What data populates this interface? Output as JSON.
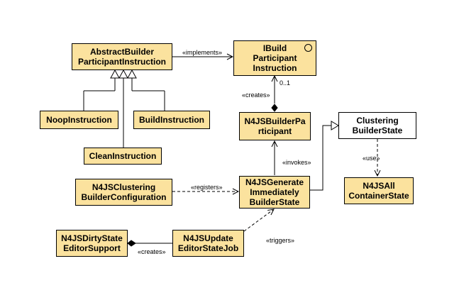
{
  "classes": {
    "abstract_builder": "AbstractBuilder\nParticipantInstruction",
    "ibuild": "IBuild\nParticipant\nInstruction",
    "noop": "NoopInstruction",
    "build": "BuildInstruction",
    "clean": "CleanInstruction",
    "builder_participant": "N4JSBuilderPa\nrticipant",
    "clustering_state": "Clustering\nBuilderState",
    "clustering_config": "N4JSClustering\nBuilderConfiguration",
    "generate_state": "N4JSGenerate\nImmediately\nBuilderState",
    "all_container": "N4JSAll\nContainerState",
    "dirty_state": "N4JSDirtyState\nEditorSupport",
    "update_job": "N4JSUpdate\nEditorStateJob"
  },
  "relations": {
    "implements": "«implements»",
    "creates_top": "«creates»",
    "multiplicity": "0..1",
    "invokes": "«invokes»",
    "registers": "«registers»",
    "use": "«use»",
    "triggers": "«triggers»",
    "creates_bottom": "«creates»"
  },
  "colors": {
    "class_fill": "#fbe29e",
    "plain_fill": "#ffffff",
    "line": "#000000"
  }
}
